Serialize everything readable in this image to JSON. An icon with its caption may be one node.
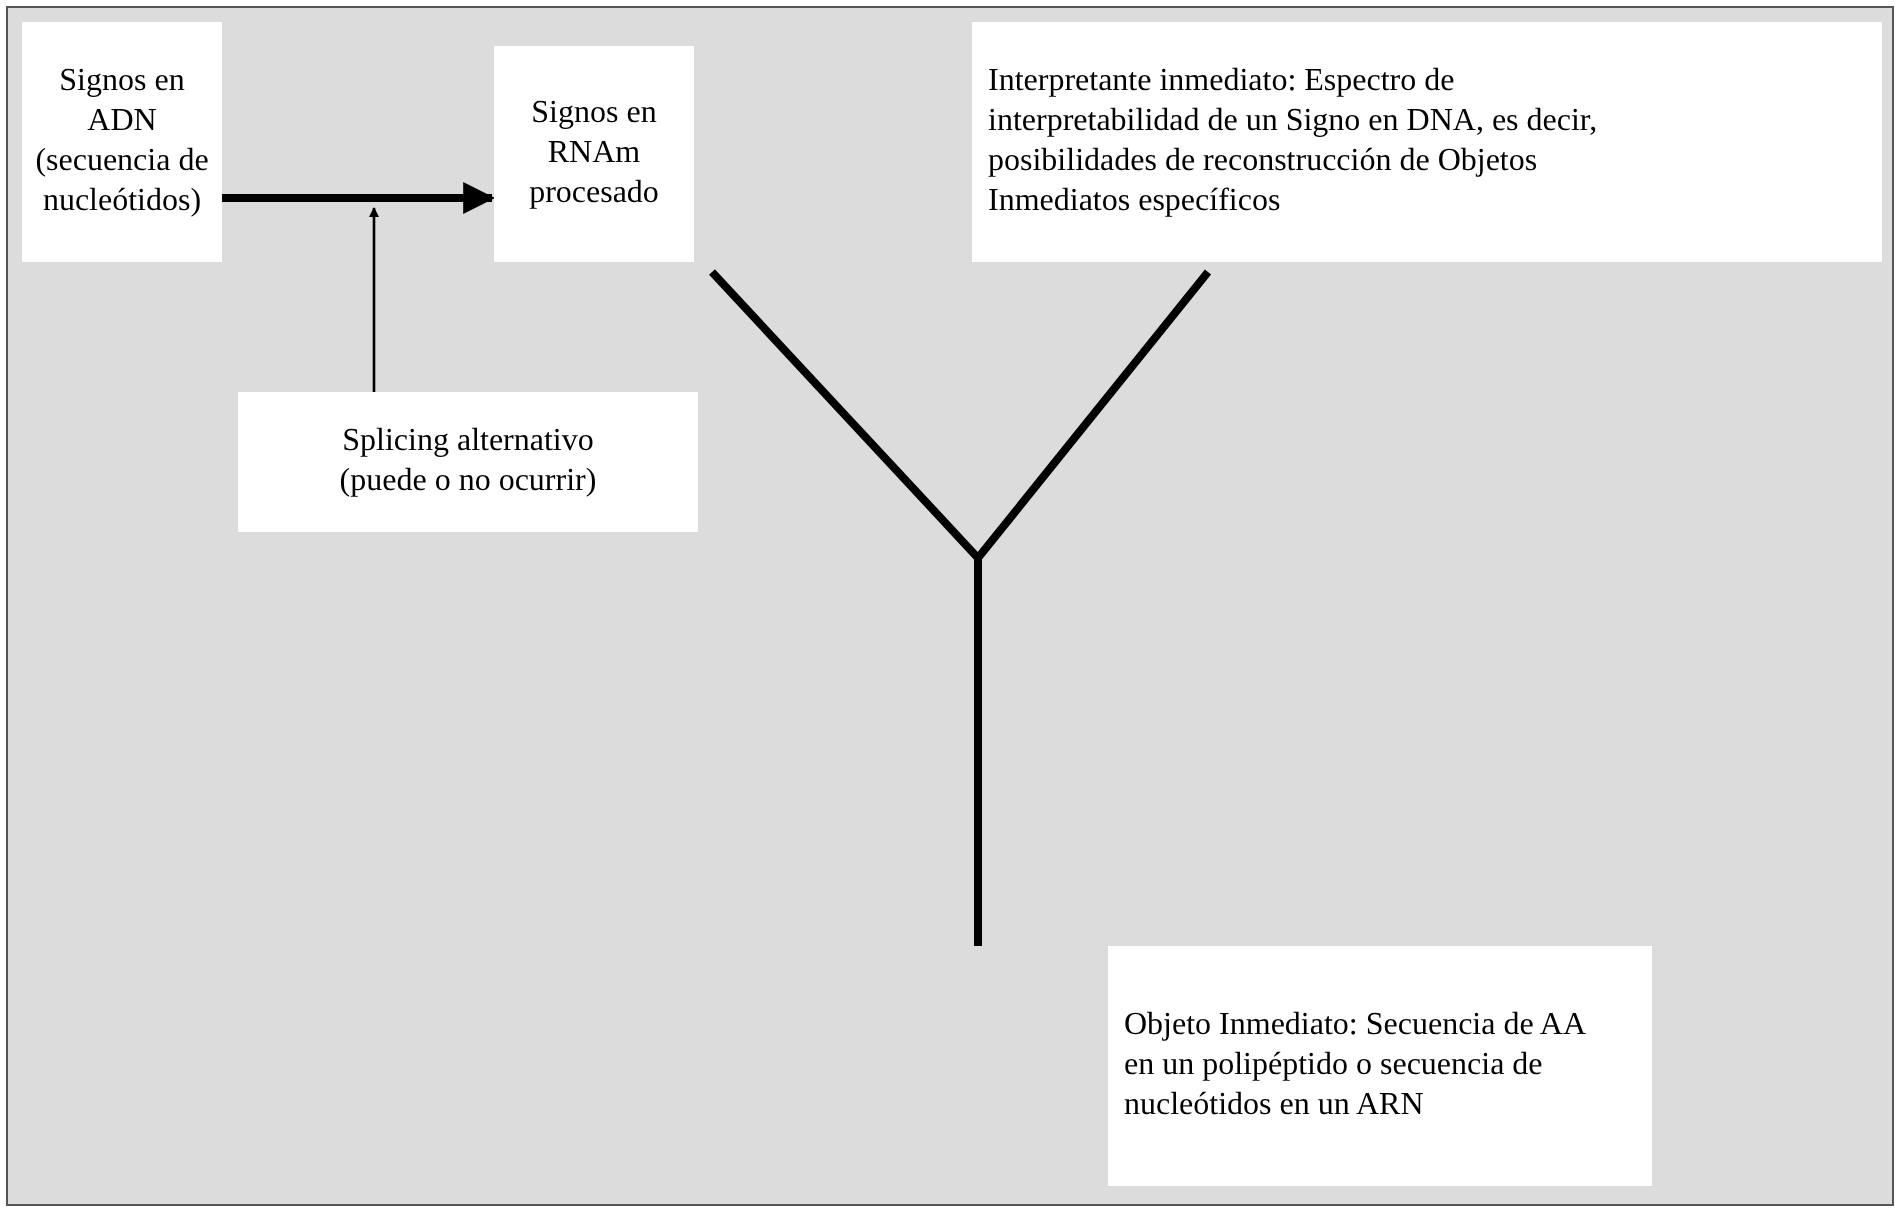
{
  "diagram": {
    "nodes": [
      {
        "text": [
          "Signos en ADN (secuencia de nucleótidos)"
        ]
      },
      {
        "text": [
          "Signos en RNAm procesado"
        ]
      },
      {
        "text": [
          "Interpretante inmediato: Espectro de interpretabilidad de un Signo en DNA, es decir, posibilidades de reconstrucción de Objetos Inmediatos específicos"
        ]
      },
      {
        "text": [
          "Splicing alternativo (puede o no ocurrir)"
        ]
      },
      {
        "text": [
          "Objeto Inmediato: Secuencia de AA en un polipéptido o secuencia de nucleótidos en un ARN"
        ]
      }
    ],
    "edges": [
      {
        "from": 0,
        "to": 1,
        "arrow": "to"
      },
      {
        "from": 3,
        "to": null,
        "arrow": "to"
      },
      {
        "from": 1,
        "to": 4,
        "arrow": "none"
      },
      {
        "from": 2,
        "to": 4,
        "arrow": "none"
      }
    ]
  }
}
